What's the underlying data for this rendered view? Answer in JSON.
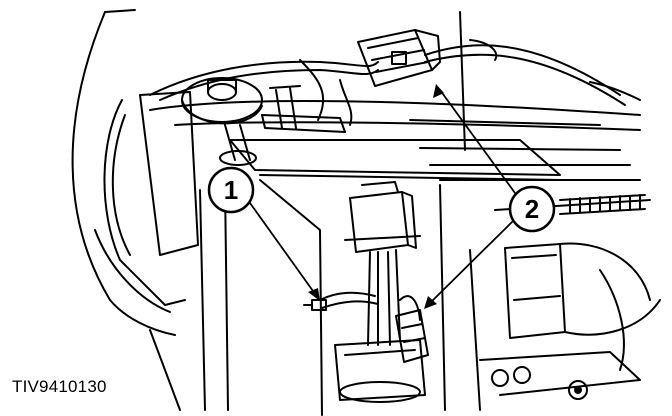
{
  "figure": {
    "id_label": "TIV9410130",
    "callouts": [
      {
        "number": "1"
      },
      {
        "number": "2"
      }
    ]
  },
  "colors": {
    "ink": "#000000",
    "paper": "#ffffff"
  }
}
